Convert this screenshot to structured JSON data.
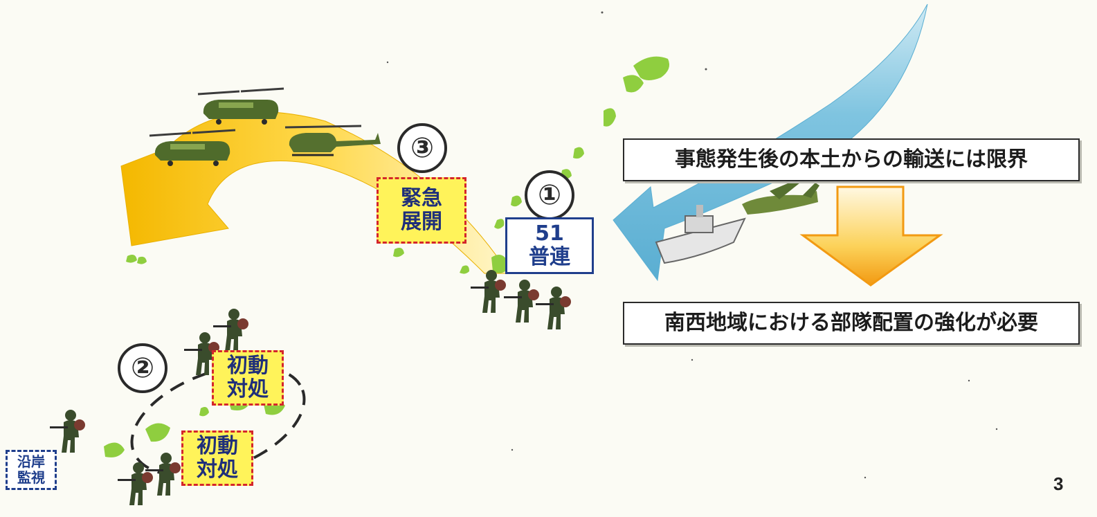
{
  "markers": {
    "step1": "①",
    "step2": "②",
    "step3": "③"
  },
  "labels": {
    "emergency_deploy": [
      "緊急",
      "展開"
    ],
    "unit_51": [
      "51",
      "普連"
    ],
    "initial_response": [
      "初動",
      "対処"
    ],
    "coastal_watch": [
      "沿岸",
      "監視"
    ]
  },
  "callouts": {
    "transport_limit": "事態発生後の本土からの輸送には限界",
    "deployment_needed": "南西地域における部隊配置の強化が必要"
  },
  "page_number": "3",
  "icons": {
    "helicopter": "helicopter-icon",
    "soldier": "soldier-icon",
    "ship": "ship-icon",
    "transport_plane": "transport-plane-icon",
    "island": "island-icon"
  },
  "colors": {
    "yellow_arrow": "#f6c21a",
    "blue_arrow": "#6cb9d8",
    "orange_arrow": "#f2a21a",
    "island_green": "#8fce3f",
    "soldier_green": "#3a4c2c",
    "label_yellow": "#fff35a",
    "label_border_red": "#d4262b",
    "label_text_blue": "#1f3e8c"
  }
}
